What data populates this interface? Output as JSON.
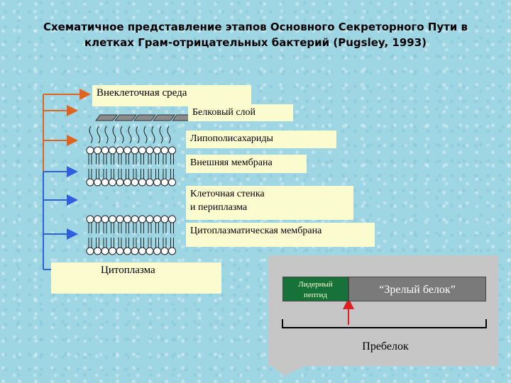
{
  "title": {
    "line1": "Схематичное представление этапов Основного Секреторного Пути в",
    "line2": "клетках Грам-отрицательных бактерий (Pugsley, 1993)"
  },
  "labels": {
    "extracellular": "Внеклеточная среда",
    "protein_layer": "Белковый слой",
    "lps": "Липополисахариды",
    "outer_membrane": "Внешняя мембрана",
    "cell_wall_line1": "Клеточная стенка",
    "cell_wall_line2": "и периплазма",
    "cytoplasmic_membrane": "Цитоплазматическая мембрана",
    "cytoplasm": "Цитоплазма"
  },
  "protein_scheme": {
    "leader_line1": "Лидерный",
    "leader_line2": "пептид",
    "mature_protein": "“Зрелый белок”",
    "preprotein": "Пребелок"
  },
  "colors": {
    "label_bg": "#fbfbd0",
    "arrow_orange": "#e0631f",
    "arrow_blue": "#2f5fe0",
    "leader_green": "#17723a",
    "mature_gray": "#7a7a7a",
    "cleavage_arrow": "#e02020"
  }
}
